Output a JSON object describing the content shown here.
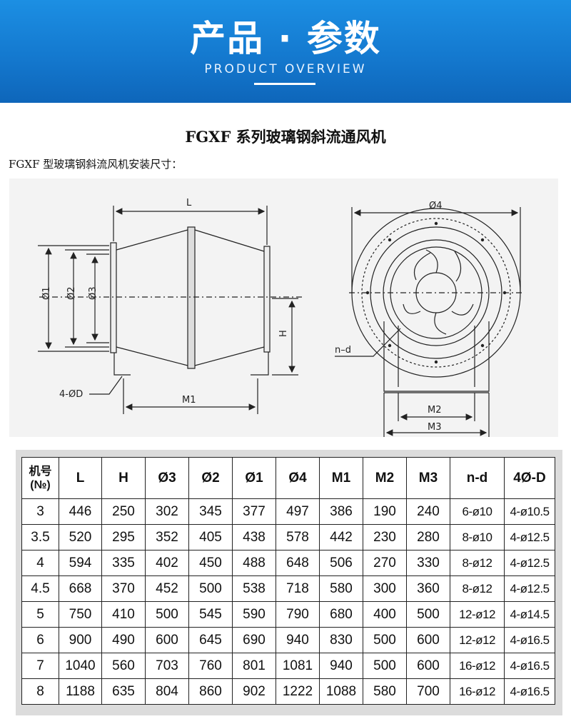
{
  "header": {
    "title": "产品 · 参数",
    "subtitle": "PRODUCT OVERVIEW"
  },
  "document": {
    "title": "FGXF 系列玻璃钢斜流通风机",
    "subtitle": "FGXF 型玻璃钢斜流风机安装尺寸："
  },
  "drawing": {
    "side_view_labels": {
      "L": "L",
      "d1": "Ø1",
      "d2": "Ø2",
      "d3": "Ø3",
      "H": "H",
      "bolt": "4-ØD",
      "M1": "M1"
    },
    "front_view_labels": {
      "d4": "Ø4",
      "nd": "n–d",
      "M2": "M2",
      "M3": "M3"
    }
  },
  "table": {
    "headers": [
      "机号\n(№)",
      "L",
      "H",
      "Ø3",
      "Ø2",
      "Ø1",
      "Ø4",
      "M1",
      "M2",
      "M3",
      "n-d",
      "4Ø-D"
    ],
    "rows": [
      [
        "3",
        "446",
        "250",
        "302",
        "345",
        "377",
        "497",
        "386",
        "190",
        "240",
        "6-ø10",
        "4-ø10.5"
      ],
      [
        "3.5",
        "520",
        "295",
        "352",
        "405",
        "438",
        "578",
        "442",
        "230",
        "280",
        "8-ø10",
        "4-ø12.5"
      ],
      [
        "4",
        "594",
        "335",
        "402",
        "450",
        "488",
        "648",
        "506",
        "270",
        "330",
        "8-ø12",
        "4-ø12.5"
      ],
      [
        "4.5",
        "668",
        "370",
        "452",
        "500",
        "538",
        "718",
        "580",
        "300",
        "360",
        "8-ø12",
        "4-ø12.5"
      ],
      [
        "5",
        "750",
        "410",
        "500",
        "545",
        "590",
        "790",
        "680",
        "400",
        "500",
        "12-ø12",
        "4-ø14.5"
      ],
      [
        "6",
        "900",
        "490",
        "600",
        "645",
        "690",
        "940",
        "830",
        "500",
        "600",
        "12-ø12",
        "4-ø16.5"
      ],
      [
        "7",
        "1040",
        "560",
        "703",
        "760",
        "801",
        "1081",
        "940",
        "500",
        "600",
        "16-ø12",
        "4-ø16.5"
      ],
      [
        "8",
        "1188",
        "635",
        "804",
        "860",
        "902",
        "1222",
        "1088",
        "580",
        "700",
        "16-ø12",
        "4-ø16.5"
      ]
    ]
  }
}
